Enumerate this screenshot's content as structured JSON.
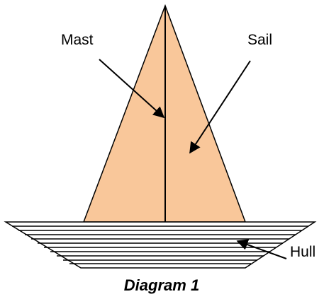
{
  "labels": {
    "mast": "Mast",
    "sail": "Sail",
    "hull": "Hull"
  },
  "caption": "Diagram 1",
  "colors": {
    "sail_fill": "#f9c79a",
    "stroke": "#000000",
    "hull_fill": "#ffffff"
  }
}
